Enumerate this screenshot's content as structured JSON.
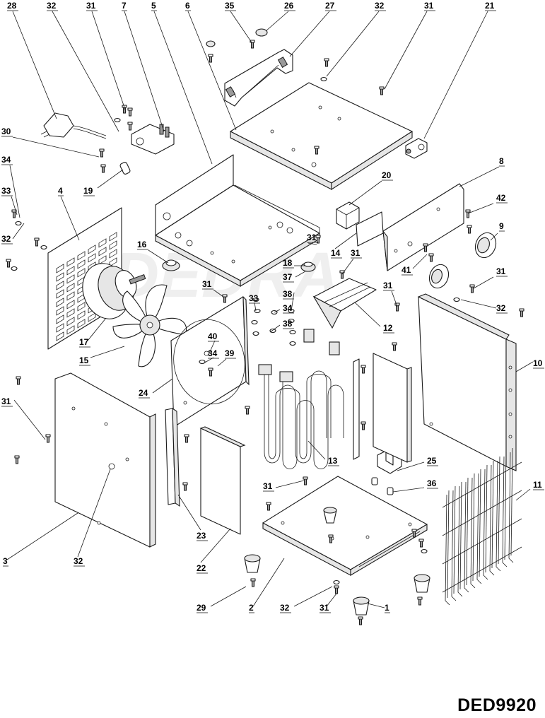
{
  "model_code": "DED9920",
  "watermark_text": "DEDRA",
  "callout_labels": [
    "1",
    "2",
    "3",
    "4",
    "5",
    "6",
    "7",
    "8",
    "9",
    "10",
    "11",
    "12",
    "13",
    "14",
    "15",
    "16",
    "17",
    "18",
    "19",
    "20",
    "21",
    "22",
    "23",
    "24",
    "25",
    "26",
    "27",
    "28",
    "29",
    "30",
    "31",
    "32",
    "33",
    "34",
    "35",
    "36",
    "37",
    "38",
    "39",
    "40",
    "41",
    "42"
  ]
}
